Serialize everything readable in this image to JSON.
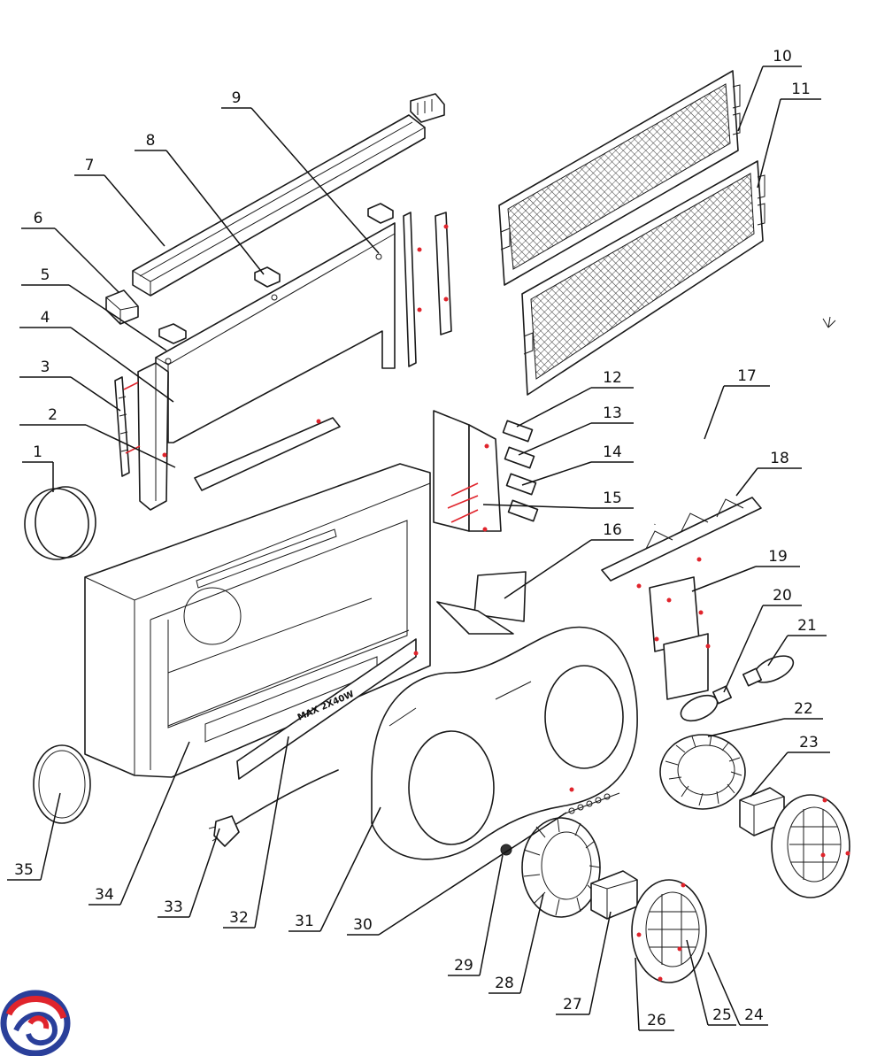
{
  "diagram": {
    "type": "exploded-parts-view",
    "plate_text": "MAX 2X40W",
    "callouts": [
      {
        "id": "1",
        "label": "1"
      },
      {
        "id": "2",
        "label": "2"
      },
      {
        "id": "3",
        "label": "3"
      },
      {
        "id": "4",
        "label": "4"
      },
      {
        "id": "5",
        "label": "5"
      },
      {
        "id": "6",
        "label": "6"
      },
      {
        "id": "7",
        "label": "7"
      },
      {
        "id": "8",
        "label": "8"
      },
      {
        "id": "9",
        "label": "9"
      },
      {
        "id": "10",
        "label": "10"
      },
      {
        "id": "11",
        "label": "11"
      },
      {
        "id": "12",
        "label": "12"
      },
      {
        "id": "13",
        "label": "13"
      },
      {
        "id": "14",
        "label": "14"
      },
      {
        "id": "15",
        "label": "15"
      },
      {
        "id": "16",
        "label": "16"
      },
      {
        "id": "17",
        "label": "17"
      },
      {
        "id": "18",
        "label": "18"
      },
      {
        "id": "19",
        "label": "19"
      },
      {
        "id": "20",
        "label": "20"
      },
      {
        "id": "21",
        "label": "21"
      },
      {
        "id": "22",
        "label": "22"
      },
      {
        "id": "23",
        "label": "23"
      },
      {
        "id": "24",
        "label": "24"
      },
      {
        "id": "25",
        "label": "25"
      },
      {
        "id": "26",
        "label": "26"
      },
      {
        "id": "27",
        "label": "27"
      },
      {
        "id": "28",
        "label": "28"
      },
      {
        "id": "29",
        "label": "29"
      },
      {
        "id": "30",
        "label": "30"
      },
      {
        "id": "31",
        "label": "31"
      },
      {
        "id": "32",
        "label": "32"
      },
      {
        "id": "33",
        "label": "33"
      },
      {
        "id": "34",
        "label": "34"
      },
      {
        "id": "35",
        "label": "35"
      }
    ],
    "colors": {
      "line": "#1a1a1a",
      "screw_mark": "#e0242c",
      "logo_blue": "#2a3f9a",
      "logo_red": "#e0242c"
    },
    "logo_icon": "swirl-logo-icon"
  }
}
